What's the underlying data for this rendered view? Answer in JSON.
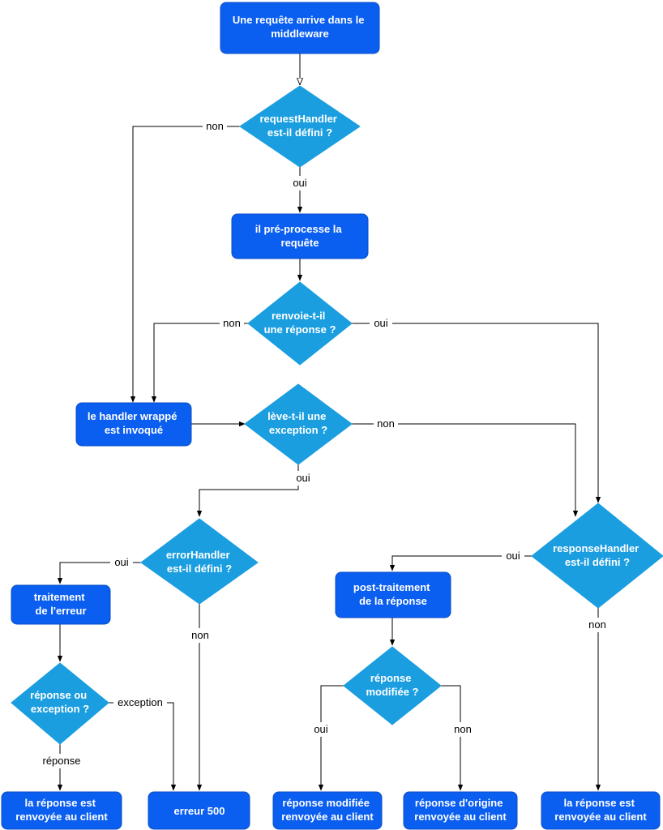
{
  "nodes": {
    "start": [
      "Une requête arrive dans le",
      "middleware"
    ],
    "q_request_handler": [
      "requestHandler",
      "est-il défini ?"
    ],
    "preprocess": [
      "il pré-processe la",
      "requête"
    ],
    "q_returns_response": [
      "renvoie-t-il",
      "une réponse ?"
    ],
    "wrapped_handler": [
      "le handler wrappé",
      "est invoqué"
    ],
    "q_raises_exception": [
      "lève-t-il une",
      "exception ?"
    ],
    "q_error_handler": [
      "errorHandler",
      "est-il défini ?"
    ],
    "q_response_handler": [
      "responseHandler",
      "est-il défini ?"
    ],
    "error_processing": [
      "traitement",
      "de l'erreur"
    ],
    "post_processing": [
      "post-traitement",
      "de la réponse"
    ],
    "q_response_or_exception": [
      "réponse ou",
      "exception ?"
    ],
    "q_response_modified": [
      "réponse",
      "modifiée ?"
    ],
    "end_response_sent_1": [
      "la réponse est",
      "renvoyée au client"
    ],
    "end_error_500": [
      "erreur 500"
    ],
    "end_modified_sent": [
      "réponse modifiée",
      "renvoyée au client"
    ],
    "end_original_sent": [
      "réponse d'origine",
      "renvoyée au client"
    ],
    "end_response_sent_2": [
      "la réponse est",
      "renvoyée au client"
    ]
  },
  "edge_labels": {
    "request_handler_no": "non",
    "request_handler_yes": "oui",
    "returns_response_no": "non",
    "returns_response_yes": "oui",
    "raises_exception_no": "non",
    "raises_exception_yes": "oui",
    "error_handler_yes": "oui",
    "error_handler_no": "non",
    "response_handler_yes": "oui",
    "response_handler_no": "non",
    "response_or_exception_exception": "exception",
    "response_or_exception_response": "réponse",
    "response_modified_yes": "oui",
    "response_modified_no": "non"
  },
  "colors": {
    "process_fill": "#0a5ef0",
    "decision_fill": "#1b9ee0",
    "node_text": "#ffffff",
    "edge": "#000000"
  }
}
